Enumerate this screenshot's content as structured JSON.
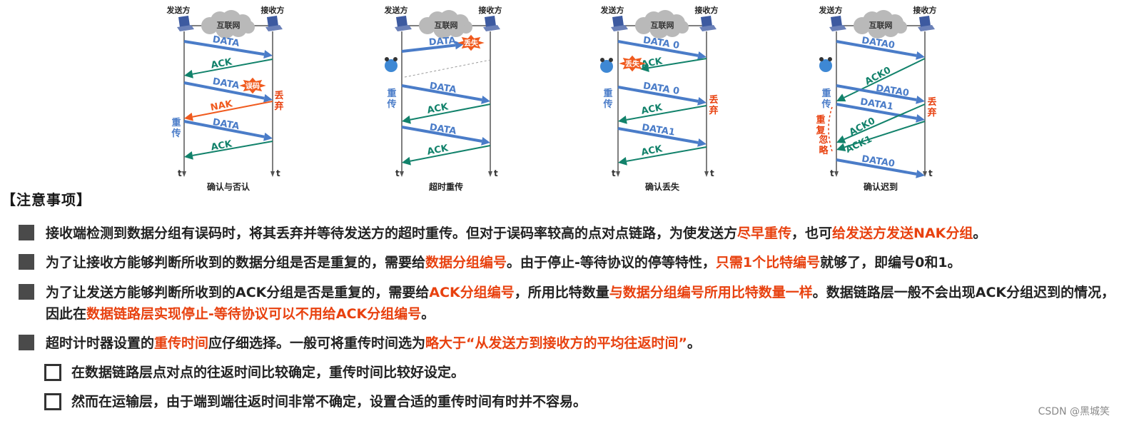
{
  "diagrams": [
    {
      "caption": "确认与否认",
      "sender": "发送方",
      "receiver": "接收方",
      "network": "互联网",
      "time_axis": "t",
      "messages": [
        {
          "label": "DATA",
          "dir": "right",
          "color": "blue"
        },
        {
          "label": "ACK",
          "dir": "left",
          "color": "green"
        },
        {
          "label": "DATA",
          "dir": "right",
          "color": "blue",
          "badge": "误码"
        },
        {
          "label": "NAK",
          "dir": "left",
          "color": "orange"
        },
        {
          "label": "DATA",
          "dir": "right",
          "color": "blue"
        },
        {
          "label": "ACK",
          "dir": "left",
          "color": "green"
        }
      ],
      "side_labels": {
        "discard": "丢弃",
        "retransmit": "重传"
      }
    },
    {
      "caption": "超时重传",
      "sender": "发送方",
      "receiver": "接收方",
      "network": "互联网",
      "time_axis": "t",
      "messages": [
        {
          "label": "DATA",
          "dir": "right",
          "color": "blue",
          "badge": "丢失",
          "lost": true
        },
        {
          "label": "DATA",
          "dir": "right",
          "color": "blue"
        },
        {
          "label": "ACK",
          "dir": "left",
          "color": "green"
        },
        {
          "label": "DATA",
          "dir": "right",
          "color": "blue"
        },
        {
          "label": "ACK",
          "dir": "left",
          "color": "green"
        }
      ],
      "side_labels": {
        "retransmit": "重传"
      }
    },
    {
      "caption": "确认丢失",
      "sender": "发送方",
      "receiver": "接收方",
      "network": "互联网",
      "time_axis": "t",
      "messages": [
        {
          "label": "DATA 0",
          "dir": "right",
          "color": "blue"
        },
        {
          "label": "ACK",
          "dir": "left",
          "color": "green",
          "badge": "丢失",
          "lost": true
        },
        {
          "label": "DATA 0",
          "dir": "right",
          "color": "blue"
        },
        {
          "label": "ACK",
          "dir": "left",
          "color": "green"
        },
        {
          "label": "DATA1",
          "dir": "right",
          "color": "blue"
        },
        {
          "label": "ACK",
          "dir": "left",
          "color": "green"
        }
      ],
      "side_labels": {
        "discard": "丢弃",
        "retransmit": "重传"
      }
    },
    {
      "caption": "确认迟到",
      "sender": "发送方",
      "receiver": "接收方",
      "network": "互联网",
      "time_axis": "t",
      "messages": [
        {
          "label": "DATA0",
          "dir": "right",
          "color": "blue"
        },
        {
          "label": "ACK0",
          "dir": "left",
          "color": "green"
        },
        {
          "label": "DATA0",
          "dir": "right",
          "color": "blue"
        },
        {
          "label": "DATA1",
          "dir": "right",
          "color": "blue"
        },
        {
          "label": "ACK0",
          "dir": "left",
          "color": "green"
        },
        {
          "label": "ACK1",
          "dir": "left",
          "color": "green"
        },
        {
          "label": "DATA0",
          "dir": "right",
          "color": "blue"
        }
      ],
      "side_labels": {
        "discard": "丢弃",
        "retransmit": "重传",
        "ignore": "重复 忽略"
      }
    }
  ],
  "colors": {
    "blue": "#4a7cc8",
    "green": "#12826b",
    "orange": "#f05a1e",
    "red": "#e8410f"
  },
  "heading": "【注意事项】",
  "notes": [
    {
      "parts": [
        {
          "text": "接收端检测到数据分组有误码时，将其丢弃并等待发送方的超时重传。但对于误码率较高的点对点链路，为使发送方",
          "hl": false
        },
        {
          "text": "尽早重传",
          "hl": true
        },
        {
          "text": "，也可",
          "hl": false
        },
        {
          "text": "给发送方发送NAK分组",
          "hl": true
        },
        {
          "text": "。",
          "hl": false
        }
      ]
    },
    {
      "parts": [
        {
          "text": "为了让接收方能够判断所收到的数据分组是否是重复的，需要给",
          "hl": false
        },
        {
          "text": "数据分组编号",
          "hl": true
        },
        {
          "text": "。由于停止-等待协议的停等特性，",
          "hl": false
        },
        {
          "text": "只需1个比特编号",
          "hl": true
        },
        {
          "text": "就够了，即编号0和1。",
          "hl": false
        }
      ]
    },
    {
      "parts": [
        {
          "text": "为了让发送方能够判断所收到的ACK分组是否是重复的，需要给",
          "hl": false
        },
        {
          "text": "ACK分组编号",
          "hl": true
        },
        {
          "text": "，所用比特数量",
          "hl": false
        },
        {
          "text": "与数据分组编号所用比特数量一样",
          "hl": true
        },
        {
          "text": "。数据链路层一般不会出现ACK分组迟到的情况，因此在",
          "hl": false
        },
        {
          "text": "数据链路层实现停止-等待协议可以不用给ACK分组编号",
          "hl": true
        },
        {
          "text": "。",
          "hl": false
        }
      ]
    },
    {
      "parts": [
        {
          "text": "超时计时器设置的",
          "hl": false
        },
        {
          "text": "重传时间",
          "hl": true
        },
        {
          "text": "应仔细选择。一般可将重传时间选为",
          "hl": false
        },
        {
          "text": "略大于“从发送方到接收方的平均往返时间”",
          "hl": true
        },
        {
          "text": "。",
          "hl": false
        }
      ]
    }
  ],
  "sub_notes": [
    "在数据链路层点对点的往返时间比较确定，重传时间比较好设定。",
    "然而在运输层，由于端到端往返时间非常不确定，设置合适的重传时间有时并不容易。"
  ],
  "watermark": "CSDN @黑城笑"
}
